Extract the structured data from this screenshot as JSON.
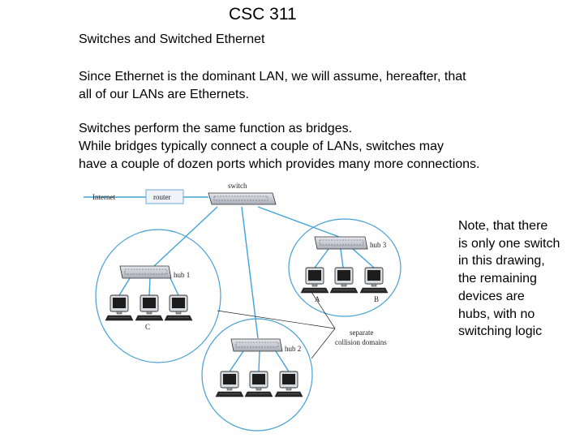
{
  "slide": {
    "title": "CSC 311",
    "subtitle": "Switches and Switched Ethernet",
    "paragraph1": [
      "Since Ethernet is the dominant LAN, we will assume, hereafter, that",
      "all of our LANs are Ethernets."
    ],
    "paragraph2": [
      "Switches perform the same function as bridges.",
      "While bridges typically connect a couple of LANs, switches may",
      "have a couple of dozen ports which provides many more connections."
    ],
    "note": [
      "Note, that there",
      "is only one switch",
      "in this drawing,",
      "the remaining",
      "devices are",
      "hubs, with no",
      "switching logic"
    ]
  },
  "diagram": {
    "internet_label": "Internet",
    "router_label": "router",
    "switch_label": "switch",
    "hub1_label": "hub 1",
    "hub2_label": "hub 2",
    "hub3_label": "hub 3",
    "station_a": "A",
    "station_b": "B",
    "station_c": "C",
    "separate_label_1": "separate",
    "separate_label_2": "collision domains",
    "colors": {
      "link": "#3fa3d8",
      "ellipse": "#46a0d2",
      "device_fill": "#c8ccd4",
      "router_border": "#6aa8d8"
    }
  }
}
